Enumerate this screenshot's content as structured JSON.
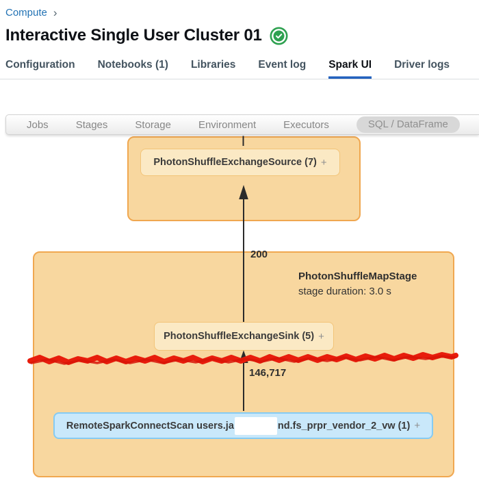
{
  "breadcrumb": {
    "compute": "Compute",
    "separator": "›"
  },
  "header": {
    "title": "Interactive Single User Cluster 01",
    "status_icon": "check-circle",
    "status_color": "#2EA150"
  },
  "tabs": {
    "active_tab": "Spark UI",
    "items": [
      {
        "label": "Configuration"
      },
      {
        "label": "Notebooks (1)"
      },
      {
        "label": "Libraries"
      },
      {
        "label": "Event log"
      },
      {
        "label": "Spark UI"
      },
      {
        "label": "Driver logs"
      }
    ]
  },
  "spark_nav": {
    "active_item": "SQL / DataFrame",
    "items": [
      {
        "label": "Jobs"
      },
      {
        "label": "Stages"
      },
      {
        "label": "Storage"
      },
      {
        "label": "Environment"
      },
      {
        "label": "Executors"
      },
      {
        "label": "SQL / DataFrame"
      }
    ]
  },
  "dag": {
    "upper_stage": {
      "node_label": "PhotonShuffleExchangeSource (7)",
      "expand_symbol": "+"
    },
    "edge_upper": {
      "rows_label": "200"
    },
    "map_stage": {
      "name": "PhotonShuffleMapStage",
      "duration_label": "stage duration: 3.0 s",
      "sink_node_label": "PhotonShuffleExchangeSink (5)",
      "scan_node_label_prefix": "RemoteSparkConnectScan users.ja",
      "scan_node_label_suffix": "nd.fs_prpr_vendor_2_vw (1)",
      "expand_symbol": "+"
    },
    "edge_lower": {
      "rows_label": "146,717"
    }
  },
  "colors": {
    "link_blue": "#2272B4",
    "tab_underline": "#2361BE",
    "stage_box_fill": "#F8D79F",
    "stage_box_border": "#F0A750",
    "node_fill": "#FBE9C4",
    "node_border": "#F2C478",
    "scan_node_fill": "#C9E8FA",
    "scan_node_border": "#85CBF3",
    "redaction_marker_red": "#E81D0C",
    "status_green": "#2EA150",
    "arrow": "#2B2B2B"
  }
}
